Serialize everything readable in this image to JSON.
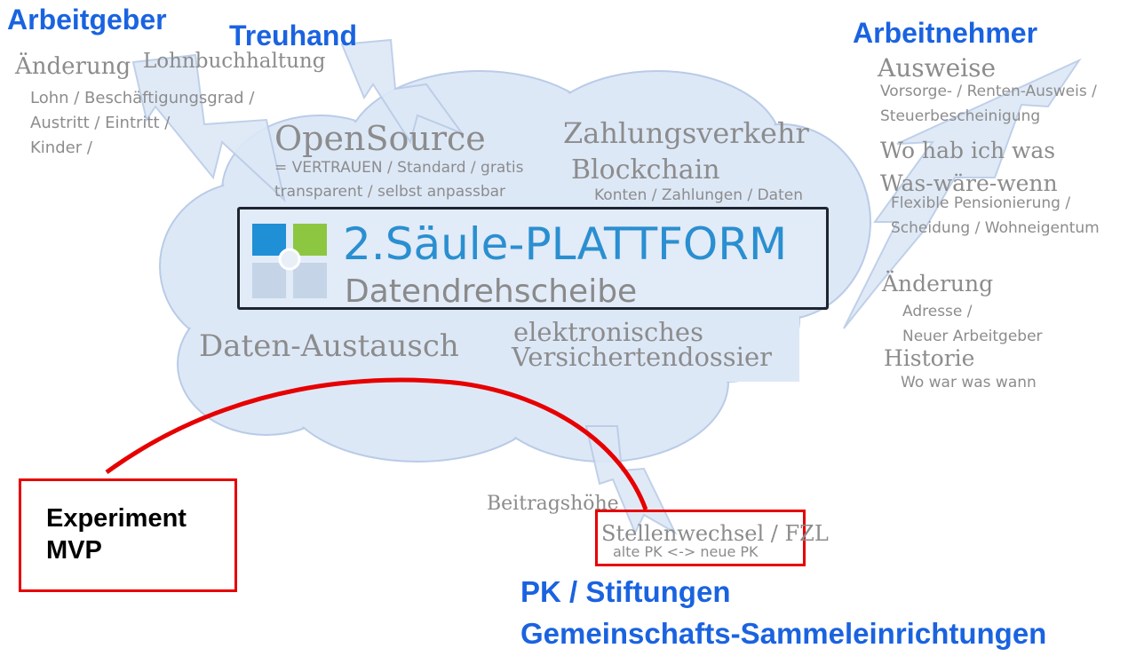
{
  "platform": {
    "title": "2.Säule-PLATTFORM",
    "subtitle": "Datendrehscheibe",
    "logo_colors": [
      "#1f8fd6",
      "#8dc641",
      "#c5d4e6",
      "#c5d4e6"
    ]
  },
  "arbeitgeber": {
    "heading": "Arbeitgeber",
    "label": "Änderung",
    "lines": [
      "Lohn / Beschäftigungsgrad /",
      "Austritt / Eintritt /",
      "Kinder /"
    ]
  },
  "treuhand": {
    "heading": "Treuhand",
    "label": "Lohnbuchhaltung"
  },
  "arbeitnehmer": {
    "heading": "Arbeitnehmer",
    "ausweise": "Ausweise",
    "ausweise_lines": [
      "Vorsorge- / Renten-Ausweis /",
      "Steuerbescheinigung"
    ],
    "wo": "Wo hab ich was",
    "waswaere": "Was-wäre-wenn",
    "waswaere_lines": [
      "Flexible Pensionierung /",
      "Scheidung / Wohneigentum"
    ],
    "aenderung": "Änderung",
    "aenderung_lines": [
      "Adresse /",
      "Neuer Arbeitgeber"
    ],
    "historie": "Historie",
    "historie_line": "Wo war was wann"
  },
  "cloud": {
    "opensource": "OpenSource",
    "opensource_lines": [
      "= VERTRAUEN / Standard / gratis",
      "transparent  / selbst anpassbar"
    ],
    "zahlungsverkehr": "Zahlungsverkehr",
    "blockchain": "Blockchain",
    "blockchain_line": "Konten / Zahlungen / Daten",
    "datenaustausch": "Daten-Austausch",
    "dossier_lines": [
      "elektronisches",
      "Versichertendossier"
    ]
  },
  "pk": {
    "beitrag": "Beitragshöhe",
    "stellenwechsel": "Stellenwechsel / FZL",
    "stellen_line": "alte PK <-> neue PK",
    "heading1": "PK / Stiftungen",
    "heading2": "Gemeinschafts-Sammeleinrichtungen"
  },
  "mvp": {
    "line1": "Experiment",
    "line2": "MVP"
  },
  "colors": {
    "cloud_fill": "#dbe6f6",
    "cloud_stroke": "#b6c9e6",
    "heading_blue": "#1a63e0",
    "highlight_red": "#e60000"
  }
}
